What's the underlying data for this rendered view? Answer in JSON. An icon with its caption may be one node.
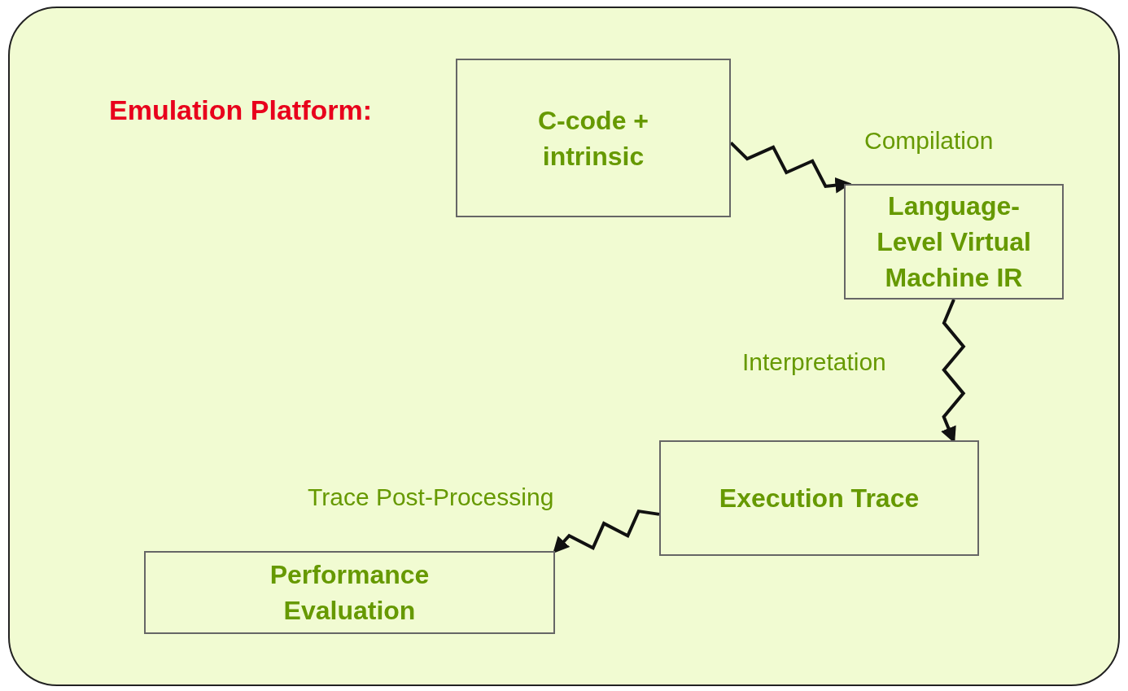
{
  "diagram": {
    "nodes": [
      {
        "text": [
          "Emulation Platform:"
        ]
      },
      {
        "text": [
          "C-code + intrinsic"
        ],
        "in": 0
      },
      {
        "text": [
          "Language-Level Virtual Machine IR"
        ],
        "in": 0
      },
      {
        "text": [
          "Execution Trace"
        ],
        "in": 0
      },
      {
        "text": [
          "Performance Evaluation"
        ],
        "in": 0
      }
    ],
    "edges": [
      {
        "from": 1,
        "to": 2,
        "arrow": "to",
        "label": "Compilation"
      },
      {
        "from": 2,
        "to": 3,
        "arrow": "to",
        "label": "Interpretation"
      },
      {
        "from": 3,
        "to": 4,
        "arrow": "to",
        "label": "Trace Post-Processing"
      }
    ]
  }
}
